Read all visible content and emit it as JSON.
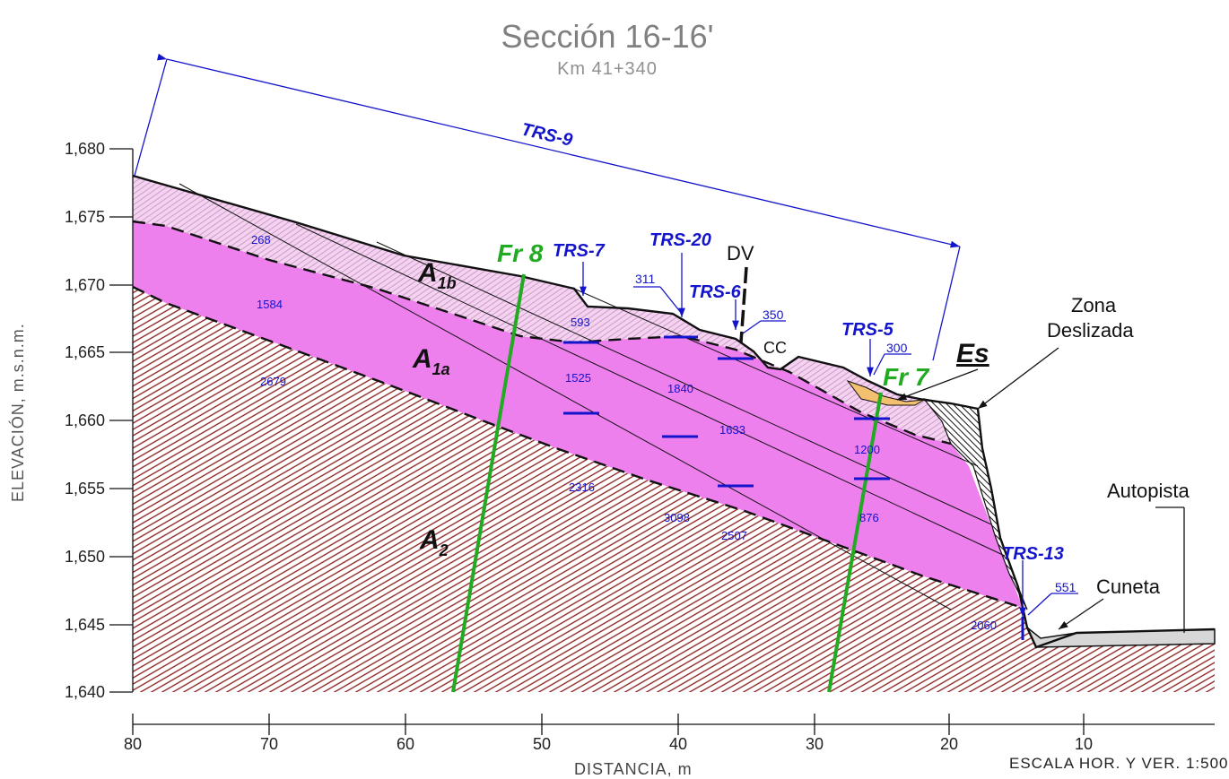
{
  "title": "Sección 16-16'",
  "subtitle": "Km  41+340",
  "y_axis_label": "ELEVACIÓN,  m.s.n.m.",
  "x_axis_label": "DISTANCIA,  m",
  "scale_note": "ESCALA HOR. Y VER. 1:500",
  "y_ticks": [
    "1,680",
    "1,675",
    "1,670",
    "1,665",
    "1,660",
    "1,655",
    "1,650",
    "1,645",
    "1,640"
  ],
  "x_ticks": [
    "80",
    "70",
    "60",
    "50",
    "40",
    "30",
    "20",
    "10"
  ],
  "units": {
    "a1b": "A1b",
    "a1a": "A1a",
    "a2": "A2"
  },
  "unit_subscripts": {
    "a1b": "1b",
    "a1a": "1a",
    "a2": "2"
  },
  "unit_base_letter": "A",
  "surveys": {
    "trs9": "TRS-9",
    "trs7": "TRS-7",
    "trs20": "TRS-20",
    "trs6": "TRS-6",
    "trs5": "TRS-5",
    "trs13": "TRS-13"
  },
  "survey_refs": {
    "trs20": "311",
    "trs6": "350",
    "trs5": "300",
    "trs13": "551"
  },
  "fractures": {
    "fr8": "Fr 8",
    "fr7": "Fr 7"
  },
  "labels": {
    "dv": "DV",
    "cc": "CC",
    "es": "Es",
    "zona": "Zona",
    "deslizada": "Deslizada",
    "autopista": "Autopista",
    "cuneta": "Cuneta"
  },
  "velocities": {
    "v268": "268",
    "v1584": "1584",
    "v2679": "2679",
    "v593": "593",
    "v1525": "1525",
    "v1840": "1840",
    "v1633": "1633",
    "v1200": "1200",
    "v2316": "2316",
    "v3098": "3098",
    "v2507": "2507",
    "v876": "876",
    "v2060": "2060"
  },
  "colors": {
    "a1b": "#f3d4ef",
    "a1a": "#ee80ee",
    "a2": "#d9b6bc",
    "survey": "#1414cc",
    "fracture": "#22aa22",
    "hatch_a2": "#8b1a1a"
  }
}
